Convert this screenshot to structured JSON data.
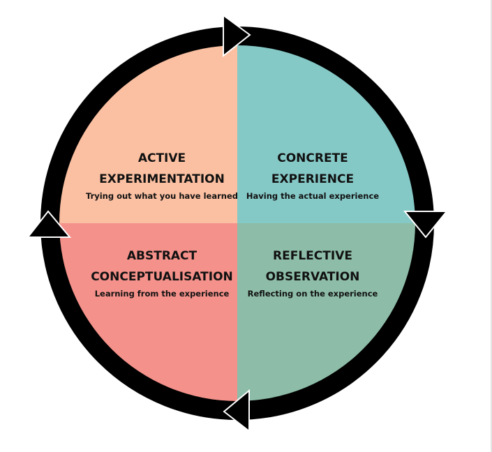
{
  "diagram": {
    "title": "Kolb's Experiential Learning Cycle",
    "quadrants": [
      {
        "id": "concrete-experience",
        "position": "top-right",
        "title_line1": "CONCRETE",
        "title_line2": "EXPERIENCE",
        "description": "Having the actual experience",
        "color": "#85C9C7"
      },
      {
        "id": "reflective-observation",
        "position": "bottom-right",
        "title_line1": "REFLECTIVE",
        "title_line2": "OBSERVATION",
        "description": "Reflecting on the experience",
        "color": "#8DBDA8"
      },
      {
        "id": "abstract-conceptualisation",
        "position": "bottom-left",
        "title_line1": "ABSTRACT",
        "title_line2": "CONCEPTUALISATION",
        "description": "Learning from the experience",
        "color": "#F4918A"
      },
      {
        "id": "active-experimentation",
        "position": "top-left",
        "title_line1": "ACTIVE",
        "title_line2": "EXPERIMENTATION",
        "description": "Trying out what you have learned",
        "color": "#FBC0A2"
      }
    ],
    "cycle": {
      "direction": "clockwise",
      "ring_color": "#000000",
      "arrow_outline_color": "#ffffff",
      "arrows": [
        "top-pointing-right",
        "right-pointing-down",
        "bottom-pointing-left",
        "left-pointing-up"
      ]
    }
  }
}
